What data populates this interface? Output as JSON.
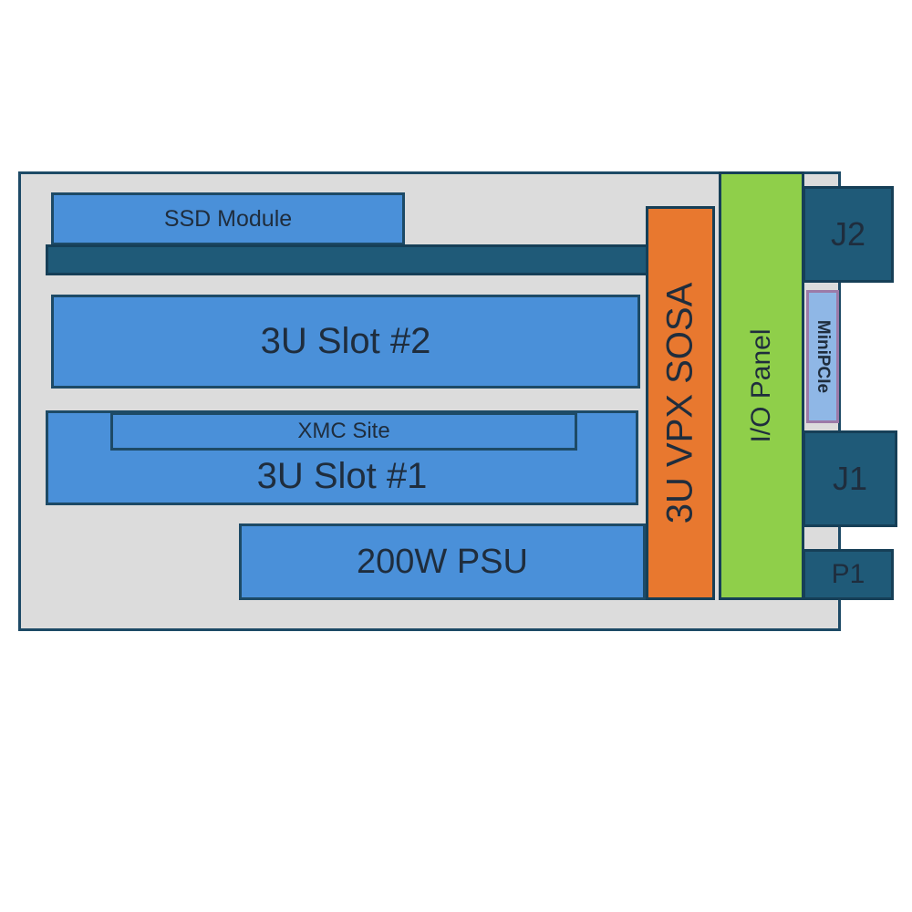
{
  "labels": {
    "ssd_module": "SSD Module",
    "slot2": "3U Slot #2",
    "xmc_site": "XMC Site",
    "slot1": "3U Slot #1",
    "psu": "200W PSU",
    "sosa": "3U VPX SOSA",
    "io_panel": "I/O Panel",
    "j2": "J2",
    "minipcie": "MiniPCIe",
    "j1": "J1",
    "p1": "P1"
  },
  "colors": {
    "chassis_fill": "#dcdcdc",
    "module_blue": "#4a90d9",
    "dark_teal": "#1f5a78",
    "sosa_orange": "#e8782f",
    "io_green": "#8fcf4a",
    "minipcie_fill": "#8fb7e6",
    "outline": "#1d4a66"
  }
}
